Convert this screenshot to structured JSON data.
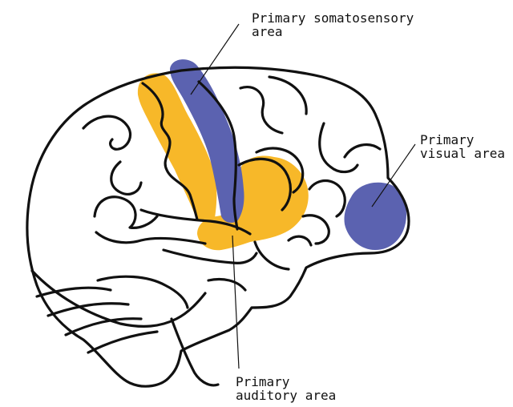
{
  "labels": {
    "somatosensory": [
      "Primary somatosensory",
      "area"
    ],
    "visual": [
      "Primary",
      "visual area"
    ],
    "auditory": [
      "Primary",
      "auditory area"
    ]
  },
  "colors": {
    "outline": "#111111",
    "sensory_blue": "#5B62B0",
    "motor_yellow": "#F7B829",
    "background": "#ffffff"
  }
}
